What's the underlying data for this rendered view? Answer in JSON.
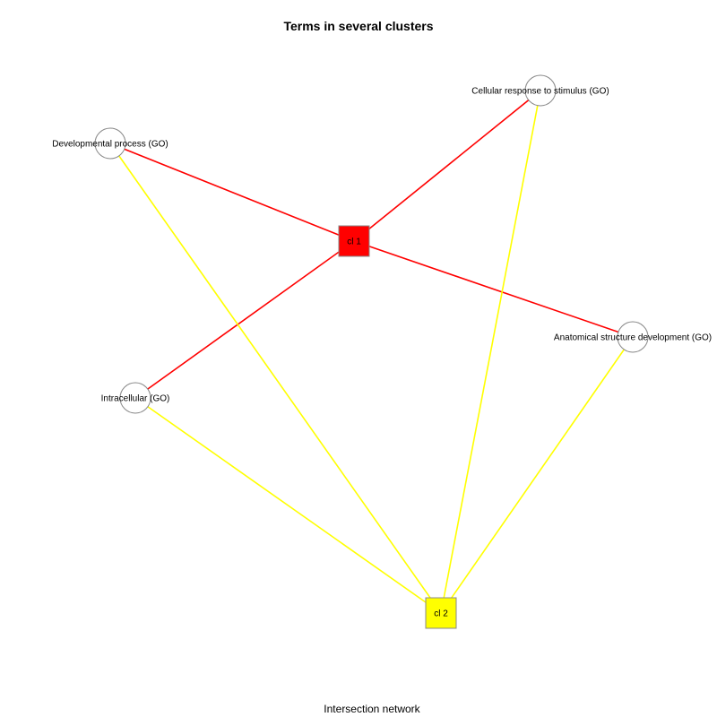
{
  "title": "Terms in several clusters",
  "footer": "Intersection network",
  "colors": {
    "cluster_1": "#ff0000",
    "cluster_2": "#ffff00",
    "term_stroke": "#888888"
  },
  "clusters": [
    {
      "id": "cl1",
      "label": "cl 1",
      "color": "#ff0000"
    },
    {
      "id": "cl2",
      "label": "cl 2",
      "color": "#ffff00"
    }
  ],
  "terms": [
    {
      "id": "dev",
      "label": "Developmental process (GO)"
    },
    {
      "id": "cell",
      "label": "Cellular response to stimulus (GO)"
    },
    {
      "id": "intra",
      "label": "Intracellular (GO)"
    },
    {
      "id": "anat",
      "label": "Anatomical structure development (GO)"
    }
  ],
  "edges": [
    {
      "from": "cl1",
      "to": "dev",
      "color": "#ff0000"
    },
    {
      "from": "cl1",
      "to": "cell",
      "color": "#ff0000"
    },
    {
      "from": "cl1",
      "to": "intra",
      "color": "#ff0000"
    },
    {
      "from": "cl1",
      "to": "anat",
      "color": "#ff0000"
    },
    {
      "from": "cl2",
      "to": "dev",
      "color": "#ffff00"
    },
    {
      "from": "cl2",
      "to": "cell",
      "color": "#ffff00"
    },
    {
      "from": "cl2",
      "to": "intra",
      "color": "#ffff00"
    },
    {
      "from": "cl2",
      "to": "anat",
      "color": "#ffff00"
    }
  ]
}
